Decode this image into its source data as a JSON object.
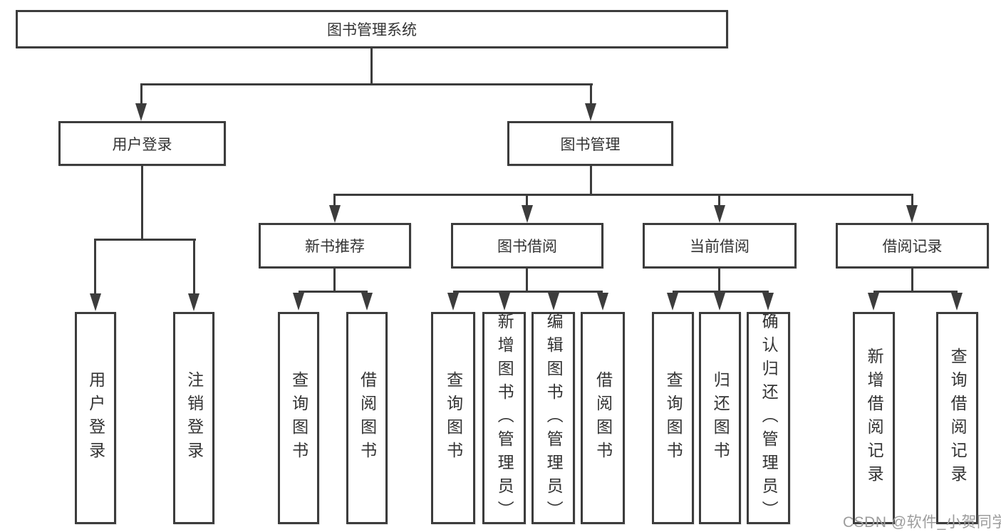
{
  "diagram": {
    "type": "hierarchy-tree",
    "root": {
      "label": "图书管理系统"
    },
    "level2": [
      {
        "label": "用户登录",
        "children": [
          {
            "label": "用户登录"
          },
          {
            "label": "注销登录"
          }
        ]
      },
      {
        "label": "图书管理",
        "children": [
          {
            "label": "新书推荐",
            "children": [
              {
                "label": "查询图书"
              },
              {
                "label": "借阅图书"
              }
            ]
          },
          {
            "label": "图书借阅",
            "children": [
              {
                "label": "查询图书"
              },
              {
                "label": "新增图书（管理员）"
              },
              {
                "label": "编辑图书（管理员）"
              },
              {
                "label": "借阅图书"
              }
            ]
          },
          {
            "label": "当前借阅",
            "children": [
              {
                "label": "查询图书"
              },
              {
                "label": "归还图书"
              },
              {
                "label": "确认归还（管理员）"
              }
            ]
          },
          {
            "label": "借阅记录",
            "children": [
              {
                "label": "新增借阅记录"
              },
              {
                "label": "查询借阅记录"
              }
            ]
          }
        ]
      }
    ]
  },
  "watermark": {
    "text": "CSDN @软件_小贺同学"
  },
  "colors": {
    "line": "#3c3c3c",
    "text": "#333333",
    "watermark": "#9c9c9c",
    "background": "#ffffff"
  }
}
